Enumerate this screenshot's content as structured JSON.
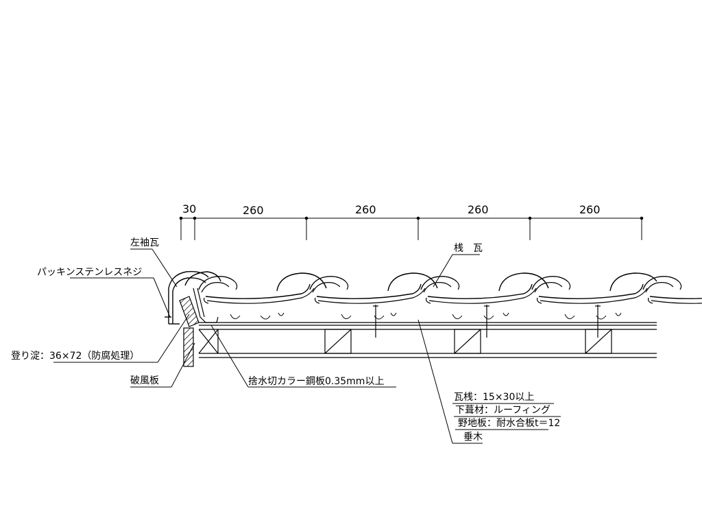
{
  "dimensions": {
    "d1": "30",
    "d2": "260",
    "d3": "260",
    "d4": "260",
    "d5": "260"
  },
  "labels": {
    "sodegawara": "左袖瓦",
    "packing_screw": "パッキンステンレスネジ",
    "noboriyodo": "登り淀：36×72（防腐処理）",
    "hafuita": "破風板",
    "flashing": "捨水切カラー鋼板0.35mm以上",
    "sangawara": "桟　瓦",
    "batten": "瓦桟：15×30以上",
    "underlay": "下葺材：ルーフィング",
    "sheathing": "野地板：耐水合板t＝12",
    "rafter": "垂木"
  },
  "colors": {
    "line": "#000000",
    "background": "#ffffff"
  }
}
